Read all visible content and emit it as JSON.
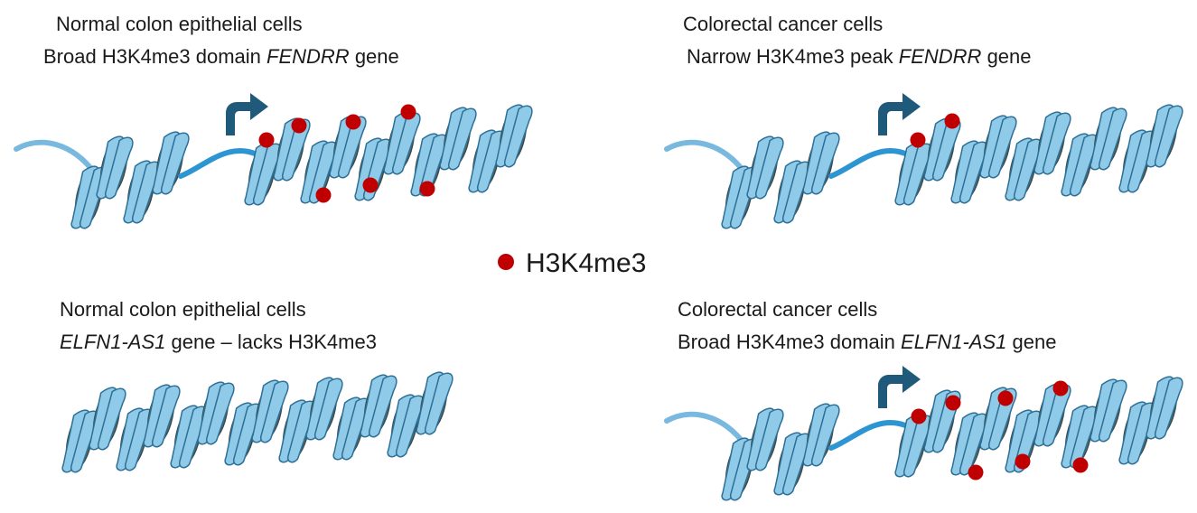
{
  "colors": {
    "nucleosome_fill": "#5e7271",
    "nucleosome_stroke": "#3b4b4a",
    "dna_wrap": "#8fcbe8",
    "dna_wrap_stroke": "#2e6f96",
    "linker_dna": "#2e95d3",
    "tail_dna": "#79b8df",
    "tss_arrow": "#1f5a7a",
    "h3k4me3_mark": "#c00000"
  },
  "icons": {
    "tss": "bent-arrow-icon",
    "mark": "red-dot-icon"
  },
  "legend": {
    "label": "H3K4me3"
  },
  "panels": [
    {
      "id": "top-left",
      "line1": {
        "text": "Normal colon epithelial cells"
      },
      "line2": {
        "pre": "Broad H3K4me3 domain ",
        "gene": "FENDRR",
        "post": " gene"
      },
      "has_promoter": true,
      "h3k4me3": "broad"
    },
    {
      "id": "top-right",
      "line1": {
        "text": "Colorectal cancer cells"
      },
      "line2": {
        "pre": "Narrow H3K4me3 peak ",
        "gene": "FENDRR",
        "post": " gene"
      },
      "has_promoter": true,
      "h3k4me3": "narrow"
    },
    {
      "id": "bottom-left",
      "line1": {
        "text": "Normal colon epithelial cells"
      },
      "line2": {
        "pre": "",
        "gene": "ELFN1-AS1",
        "post": " gene – lacks H3K4me3"
      },
      "has_promoter": false,
      "h3k4me3": "none"
    },
    {
      "id": "bottom-right",
      "line1": {
        "text": "Colorectal cancer cells"
      },
      "line2": {
        "pre": "Broad H3K4me3 domain ",
        "gene": "ELFN1-AS1",
        "post": " gene"
      },
      "has_promoter": true,
      "h3k4me3": "broad"
    }
  ]
}
